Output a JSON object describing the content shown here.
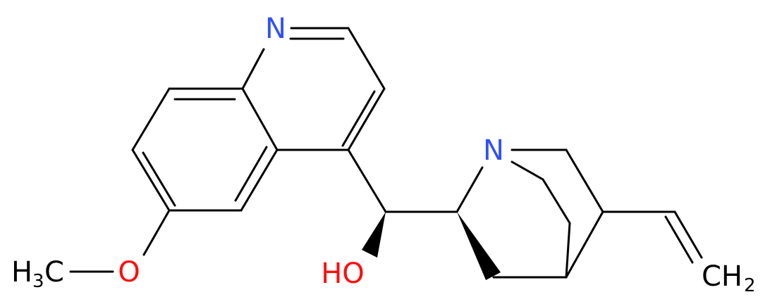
{
  "molecule": {
    "atoms": {
      "quinoline_n": "N",
      "quinuclidine_n": "N",
      "hydroxyl": "HO",
      "methoxy_o": "O",
      "methyl_h": "H",
      "methyl_sub": "3",
      "methyl_c": "C",
      "vinyl_ch": "CH",
      "vinyl_sub": "2"
    },
    "colors": {
      "bond": "#000000",
      "carbon": "#000000",
      "nitrogen": "#3050F8",
      "oxygen": "#FF0D0D"
    }
  }
}
